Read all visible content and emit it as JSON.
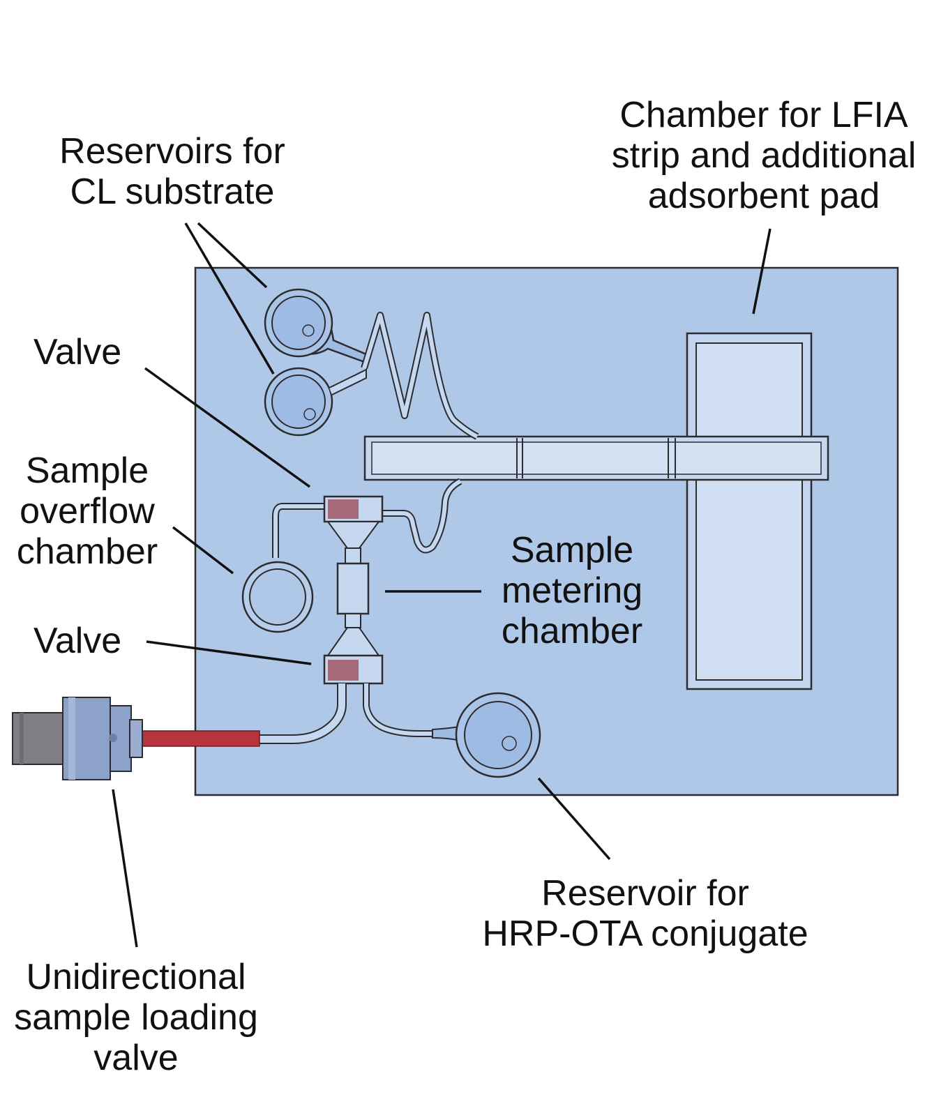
{
  "labels": {
    "cl_substrate": "Reservoirs for\nCL substrate",
    "lfia_chamber": "Chamber for LFIA\nstrip and additional\nadsorbent pad",
    "valve_top": "Valve",
    "overflow": "Sample\noverflow\nchamber",
    "metering": "Sample\nmetering\nchamber",
    "valve_bottom": "Valve",
    "hrp_reservoir": "Reservoir for\nHRP-OTA conjugate",
    "loading_valve": "Unidirectional\nsample loading\nvalve"
  },
  "colors": {
    "chip": "#b0c8e8",
    "channel": "#c6d8ef",
    "reservoir": "#9ebbe3",
    "valve": "#a7687a",
    "tube": "#b8343c",
    "connector": "#8da2c8",
    "connector_dark": "#7e7e84",
    "outline": "#2b2b30"
  }
}
